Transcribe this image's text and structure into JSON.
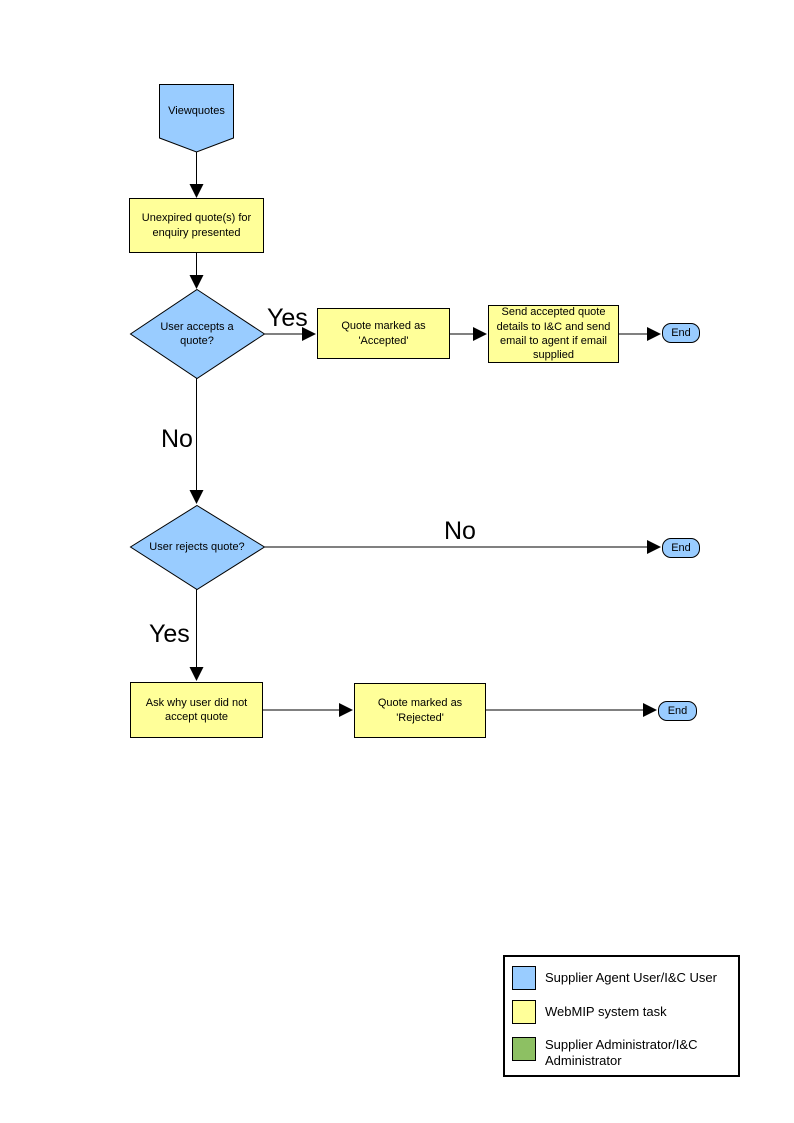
{
  "colors": {
    "actor_blue": "#99CCFF",
    "task_yellow": "#FFFF99",
    "admin_green": "#8DC063",
    "line_black": "#000000"
  },
  "flowchart": {
    "start_label": "Viewquotes",
    "unexpired_label": "Unexpired quote(s) for enquiry presented",
    "accepts_label": "User accepts a quote?",
    "accepted_label": "Quote  marked as 'Accepted'",
    "send_details_label": "Send accepted quote details to I&C and send email to agent if email supplied",
    "rejects_label": "User rejects quote?",
    "ask_why_label": "Ask why user did not accept quote",
    "rejected_label": "Quote  marked as 'Rejected'",
    "end1_label": "End",
    "end2_label": "End",
    "end3_label": "End",
    "branch_yes_accept": "Yes",
    "branch_no_accept": "No",
    "branch_no_reject": "No",
    "branch_yes_reject": "Yes"
  },
  "legend": {
    "items": [
      {
        "label": "Supplier Agent User/I&C User",
        "color": "#99CCFF"
      },
      {
        "label": "WebMIP system task",
        "color": "#FFFF99"
      },
      {
        "label": "Supplier Administrator/I&C Administrator",
        "color": "#8DC063"
      }
    ]
  }
}
